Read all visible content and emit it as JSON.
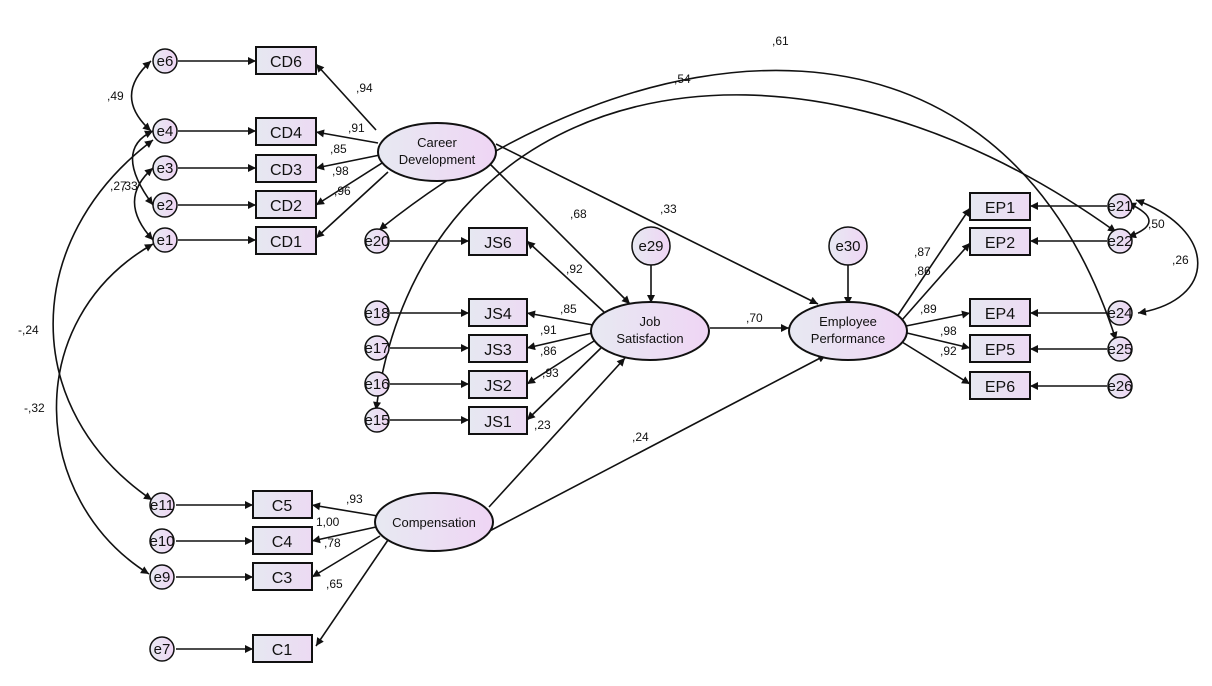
{
  "latents": {
    "cd": [
      "Career",
      "Development"
    ],
    "js": [
      "Job",
      "Satisfaction"
    ],
    "ep": [
      "Employee",
      "Performance"
    ],
    "comp": [
      "Compensation"
    ]
  },
  "indicators": {
    "CD6": "CD6",
    "CD4": "CD4",
    "CD3": "CD3",
    "CD2": "CD2",
    "CD1": "CD1",
    "JS6": "JS6",
    "JS4": "JS4",
    "JS3": "JS3",
    "JS2": "JS2",
    "JS1": "JS1",
    "EP1": "EP1",
    "EP2": "EP2",
    "EP4": "EP4",
    "EP5": "EP5",
    "EP6": "EP6",
    "C5": "C5",
    "C4": "C4",
    "C3": "C3",
    "C1": "C1"
  },
  "errors": {
    "e6": "e6",
    "e4": "e4",
    "e3": "e3",
    "e2": "e2",
    "e1": "e1",
    "e20": "e20",
    "e18": "e18",
    "e17": "e17",
    "e16": "e16",
    "e15": "e15",
    "e29": "e29",
    "e30": "e30",
    "e21": "e21",
    "e22": "e22",
    "e24": "e24",
    "e25": "e25",
    "e26": "e26",
    "e11": "e11",
    "e10": "e10",
    "e9": "e9",
    "e7": "e7"
  },
  "weights": {
    "cd_cd6": ",94",
    "cd_cd4": ",91",
    "cd_cd3": ",85",
    "cd_cd2": ",98",
    "cd_cd1": ",96",
    "js_js6": ",92",
    "js_js4": ",85",
    "js_js3": ",91",
    "js_js2": ",86",
    "js_js1": ",93",
    "ep_ep1": ",87",
    "ep_ep2": ",86",
    "ep_ep4": ",89",
    "ep_ep5": ",98",
    "ep_ep6": ",92",
    "comp_c5": ",93",
    "comp_c4": "1,00",
    "comp_c3": ",78",
    "comp_c1": ",65",
    "cd_js": ",68",
    "cd_ep": ",33",
    "js_ep": ",70",
    "comp_js": ",23",
    "comp_ep": ",24",
    "cov_e6_e4": ",49",
    "cov_e3_e1": ",33",
    "cov_e2_e4": ",27",
    "cov_e4_e11": "-,24",
    "cov_e1_e9": "-,32",
    "cov_e20_e25": ",61",
    "cov_e15_e22": ",54",
    "cov_e21_e22": ",50",
    "cov_e21_e24": ",26"
  }
}
